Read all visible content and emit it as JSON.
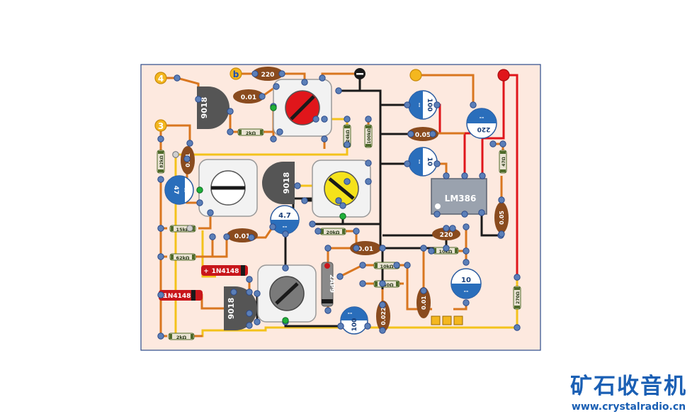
{
  "labels": {
    "terminal_4": "4",
    "terminal_b": "b",
    "terminal_3": "3",
    "cap_220_top": "220",
    "cap_001_a": "0.01",
    "q1": "9018",
    "q2": "9018",
    "q3": "9018",
    "res_2k_top": "2kΩ",
    "res_24k": "24kΩ",
    "res_100k": "100kΩ",
    "res_82k": "82kΩ",
    "cap_001_b": "0.01",
    "ecap_47": "47",
    "ecap_47_minus": "--",
    "res_15k": "15kΩ",
    "res_62k": "62kΩ",
    "cap_001_c": "0.01",
    "ecap_4_7": "4.7",
    "ecap_4_7_minus": "--",
    "res_20k": "20kΩ",
    "diode_a": "1N4148",
    "diode_b": "1N4148",
    "diode_plus_a": "+",
    "diode_plus_b": "+",
    "diode_2ap9": "2AP9",
    "ecap_100_bot": "100",
    "ecap_100_bot_minus": "--",
    "cap_0022": "0.022",
    "cap_001_d": "0.01",
    "res_10k_a": "10kΩ",
    "res_560": "560Ω",
    "res_2k_bot": "2kΩ",
    "ecap_100_top": "100",
    "ecap_100_top_minus": "--",
    "cap_005_a": "0.05",
    "ecap_10_top": "10",
    "ecap_10_top_minus": "--",
    "ecap_220": "220",
    "ecap_220_minus": "--",
    "ic": "LM386",
    "res_47": "47Ω",
    "cap_005_b": "0.05",
    "cap_220_mid": "220",
    "res_10k_b": "10kΩ",
    "ecap_10_bot": "10",
    "ecap_10_bot_minus": "--",
    "cap_001_e": "0.01",
    "res_270": "270Ω"
  },
  "brand": {
    "name": "矿石收音机",
    "url": "www.crystalradio.cn"
  },
  "colors": {
    "board": "#fde9df",
    "border": "#2c4a8a",
    "wire_orange": "#d9761f",
    "wire_black": "#1a1a1a",
    "wire_yellow": "#f4c21b",
    "wire_red": "#e0161b",
    "pad": "#5b7fb8",
    "brand": "#1a5fb4"
  }
}
